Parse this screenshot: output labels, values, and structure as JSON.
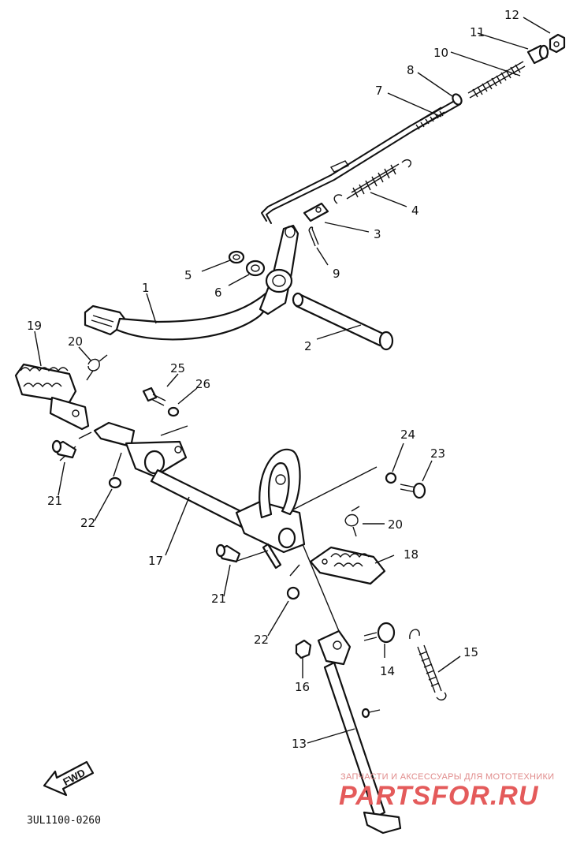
{
  "labels": {
    "n1": "1",
    "n2": "2",
    "n3": "3",
    "n4": "4",
    "n5": "5",
    "n6": "6",
    "n7": "7",
    "n8": "8",
    "n9": "9",
    "n10": "10",
    "n11": "11",
    "n12": "12",
    "n13": "13",
    "n14": "14",
    "n15": "15",
    "n16": "16",
    "n17": "17",
    "n18": "18",
    "n19": "19",
    "n20a": "20",
    "n20b": "20",
    "n21a": "21",
    "n21b": "21",
    "n22a": "22",
    "n22b": "22",
    "n23": "23",
    "n24": "24",
    "n25": "25",
    "n26": "26"
  },
  "diagram_code": "3UL1100-0260",
  "fwd_label": "FWD",
  "watermark": {
    "tagline": "ЗАПЧАСТИ И АКСЕССУАРЫ ДЛЯ МОТОТЕХНИКИ",
    "brand": "PARTSFOR.RU"
  }
}
